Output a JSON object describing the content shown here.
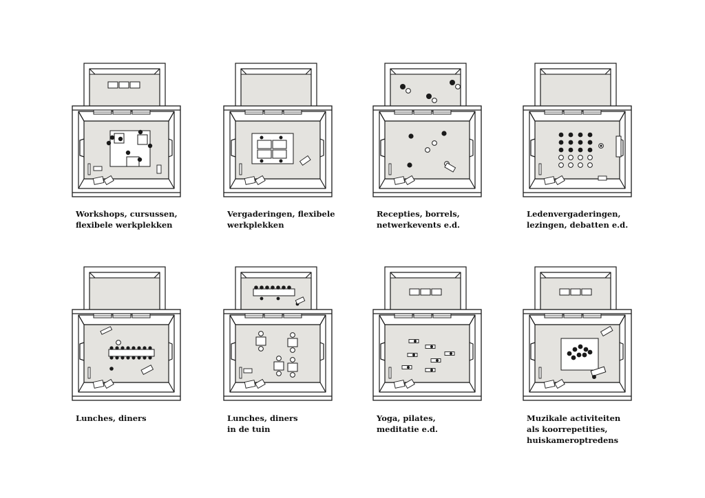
{
  "colors": {
    "floor": "#e4e3df",
    "line": "#1a1a1a",
    "paper": "#ffffff"
  },
  "scenarios": [
    {
      "key": "workshops",
      "caption": [
        "Workshops, cursussen,",
        "flexibele werkplekken"
      ]
    },
    {
      "key": "vergaderingen",
      "caption": [
        "Vergaderingen, flexibele",
        "werkplekken"
      ]
    },
    {
      "key": "recepties",
      "caption": [
        "Recepties, borrels,",
        "netwerkevents e.d."
      ]
    },
    {
      "key": "ledenvergaderingen",
      "caption": [
        "Ledenvergaderingen,",
        "lezingen, debatten e.d."
      ]
    },
    {
      "key": "lunches",
      "caption": [
        "Lunches, diners"
      ]
    },
    {
      "key": "lunches-tuin",
      "caption": [
        "Lunches, diners",
        "in de tuin"
      ]
    },
    {
      "key": "yoga",
      "caption": [
        "Yoga, pilates,",
        "meditatie e.d."
      ]
    },
    {
      "key": "muziek",
      "caption": [
        "Muzikale activiteiten",
        "als koorrepetities,",
        "huiskameroptredens"
      ]
    }
  ]
}
